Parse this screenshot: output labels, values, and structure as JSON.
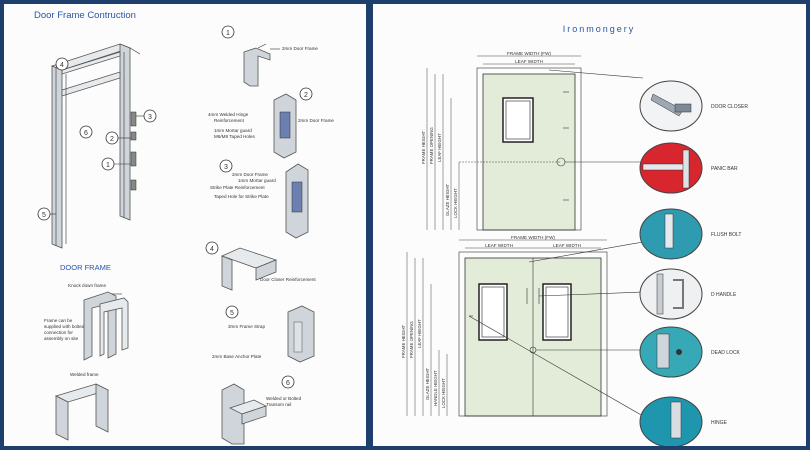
{
  "left": {
    "title": "Door Frame Contruction",
    "frame_numbers": [
      "4",
      "3",
      "6",
      "2",
      "1",
      "5"
    ],
    "section2_title": "DOOR FRAME",
    "knockdown_label": "Knock down frame",
    "bolted_label": [
      "Frame can be",
      "supplied with bolted",
      "connection for",
      "assembly on site"
    ],
    "welded_label": "Welded frame",
    "parts": [
      {
        "num": "1",
        "labels": [
          "2mm Door Frame"
        ]
      },
      {
        "num": "2",
        "labels": [
          "4mm Welded Hinge",
          "Reinforcement",
          "1mm Mortar guard",
          "M6/M8 Taped Holes",
          "2mm Door Frame"
        ]
      },
      {
        "num": "3",
        "labels": [
          "2mm Door Frame",
          "1mm Mortar guard",
          "Strike Plate Reinforcement",
          "Taped Hole for Strike Plate"
        ]
      },
      {
        "num": "4",
        "labels": [
          "Door Closer Reinforcement"
        ]
      },
      {
        "num": "5",
        "labels": [
          "3mm Frame Strap",
          "2mm Base Anchor Plate"
        ]
      },
      {
        "num": "6",
        "labels": [
          "Welded or Bolted",
          "Transom rail"
        ]
      }
    ]
  },
  "right": {
    "title": "Ironmongery",
    "single": {
      "top_dims": [
        "FRAME WIDTH (FW)",
        "LEAF WIDTH"
      ],
      "side_dims": [
        "FRAME HEIGHT",
        "FRAME OPENING",
        "LEAF HEIGHT",
        "GLAZE HEIGHT",
        "LOCK HEIGHT"
      ]
    },
    "double": {
      "top_dims": [
        "FRAME WIDTH (FW)",
        "LEAF WIDTH",
        "LEAF WIDTH"
      ],
      "side_dims": [
        "FRAME HEIGHT",
        "FRAME OPENING",
        "LEAF HEIGHT",
        "GLAZE HEIGHT",
        "HANDLE HEIGHT",
        "LOCK HEIGHT"
      ]
    },
    "hardware": [
      "DOOR CLOSER",
      "PANIC BAR",
      "FLUSH BOLT",
      "D HANDLE",
      "DEAD LOCK",
      "HINGE"
    ]
  },
  "colors": {
    "background": "#1e3f6e",
    "title_blue": "#2a56a8",
    "door_green": "#e3ecd9",
    "steel": "#cfd5da"
  }
}
